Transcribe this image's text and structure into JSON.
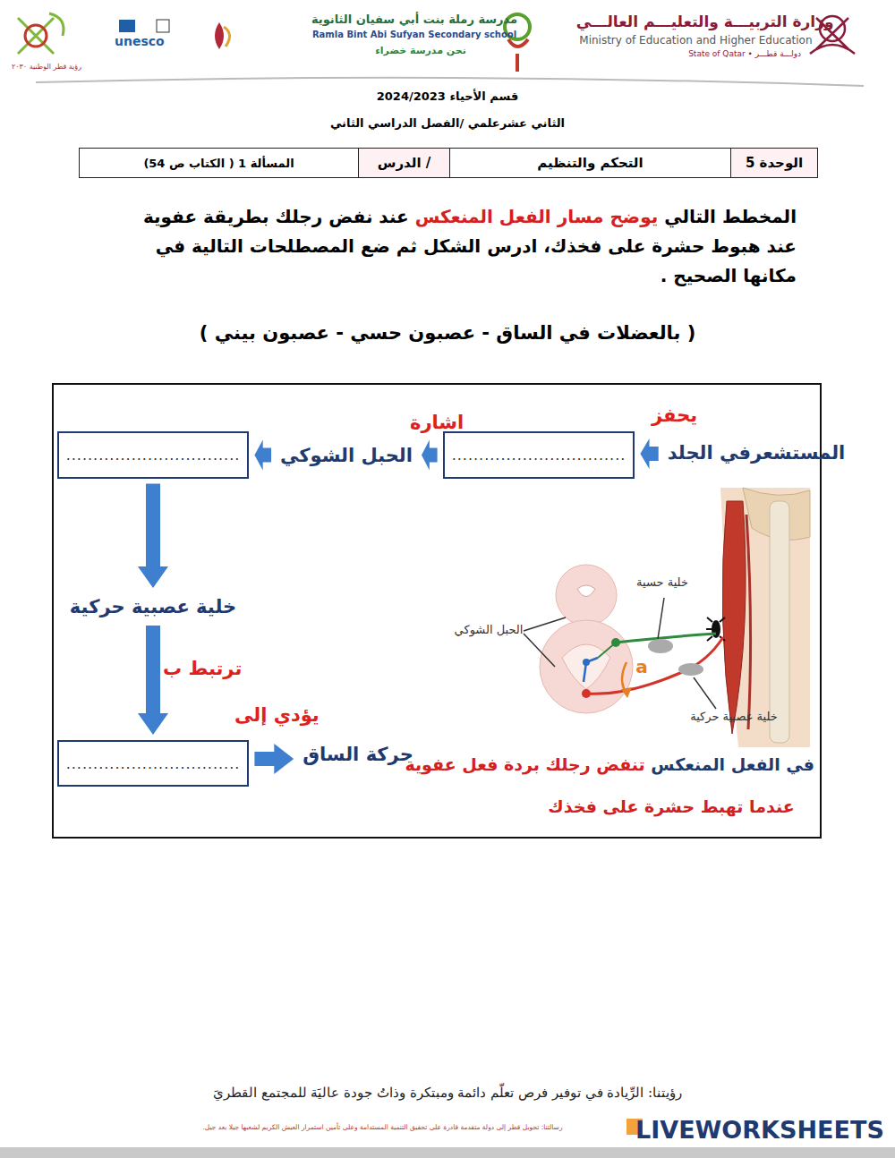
{
  "diagram": {
    "nodes": [
      {
        "text": [
          "المستشعرفي الجلد"
        ]
      },
      {
        "text": [
          "................................"
        ]
      },
      {
        "text": [
          "الحبل الشوكي"
        ]
      },
      {
        "text": [
          "................................"
        ]
      },
      {
        "text": [
          "خلية عصبية حركية"
        ]
      },
      {
        "text": [
          "................................"
        ]
      },
      {
        "text": [
          "حركة الساق"
        ]
      }
    ],
    "edges": [
      {
        "from": 0,
        "to": 1,
        "arrow": "to",
        "label": "يحفز"
      },
      {
        "from": 1,
        "to": 2,
        "arrow": "to",
        "label": "اشارة"
      },
      {
        "from": 2,
        "to": 3,
        "arrow": "to"
      },
      {
        "from": 3,
        "to": 4,
        "arrow": "to"
      },
      {
        "from": 4,
        "to": 5,
        "arrow": "to",
        "label": "ترتبط ب"
      },
      {
        "from": 5,
        "to": 6,
        "arrow": "to",
        "label": "يؤدي إلى"
      }
    ],
    "labels": [
      "وزارة التربيـــة والتعليـــم العالـــي",
      "Ministry of Education and Higher Education",
      "State of Qatar • دولـــة قطـــر",
      "مدرسة رملة بنت أبي سفيان الثانوية",
      "Ramla Bint Abi Sufyan Secondary school",
      "نحن مدرسة خضراء",
      "unesco",
      "رؤية قطر الوطنية ٢٠٣٠",
      "قسم الأحياء 2024/2023",
      "الثاني عشرعلمي /الفصل الدراسي الثاني",
      "الوحدة 5",
      "التحكم والتنظيم",
      "الدرس /",
      "المسألة 1 ( الكتاب ص 54)",
      "المخطط التالي",
      "يوضح مسار الفعل المنعكس",
      "عند نفض رجلك بطريقة عفوية عند هبوط حشرة على فخذك، ادرس الشكل ثم ضع المصطلحات التالية في مكانها الصحيح .",
      "( بالعضلات في الساق - عصبون حسي - عصبون بيني )",
      "خلية حسية",
      "الحبل الشوكي",
      "a",
      "خلية عصبية حركية",
      "في الفعل المنعكس",
      "تنفض رجلك بردة فعل عفوية",
      "عندما تهبط حشرة على فخذك",
      "رؤيتنا: الرِّيادة في توفير فرص تعلّم دائمة ومبتكرة وذاتُ جودة عاليَة للمجتمع القطريَ",
      "رسالتنا: تحويل قطر إلى دولة متقدمة قادرة على تحقيق التنمية المستدامة وعلى تأمين استمرار العيش الكريم لشعبها جيلا بعد جيل.",
      "LIVEWORKSHEETS"
    ]
  }
}
